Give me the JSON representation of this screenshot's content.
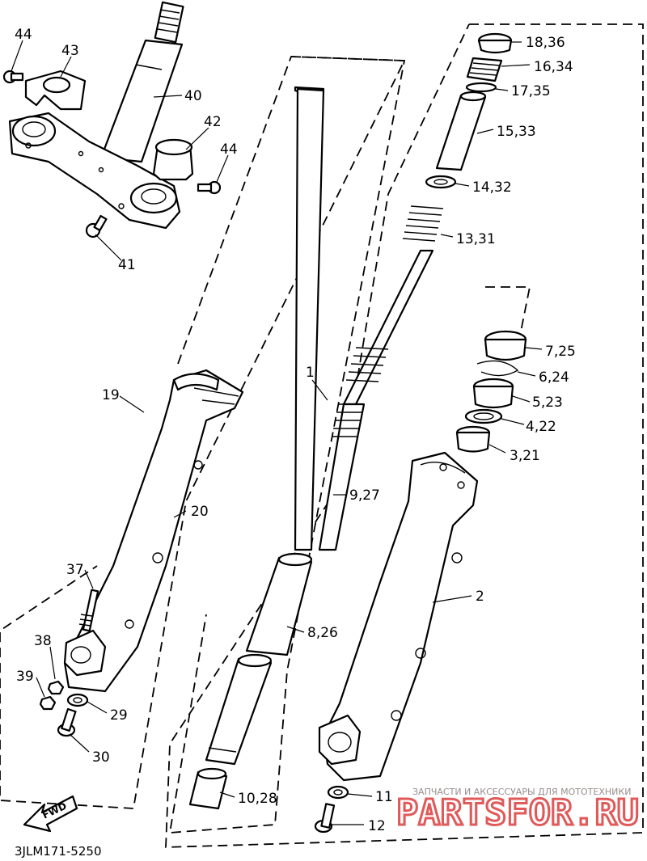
{
  "diagram_code": "3JLM171-5250",
  "fwd_label": "FWD",
  "watermark": {
    "caption": "ЗАПЧАСТИ И АКСЕССУАРЫ ДЛЯ МОТОТЕХНИКИ",
    "logo_text": "PARTSFOR.RU",
    "color": "#e05a5a"
  },
  "callouts": [
    "44",
    "43",
    "40",
    "42",
    "44",
    "41",
    "18,36",
    "16,34",
    "17,35",
    "15,33",
    "14,32",
    "13,31",
    "7,25",
    "6,24",
    "5,23",
    "4,22",
    "3,21",
    "19",
    "20",
    "1",
    "9,27",
    "2",
    "37",
    "38",
    "39",
    "29",
    "30",
    "8,26",
    "10,28",
    "11",
    "12"
  ]
}
